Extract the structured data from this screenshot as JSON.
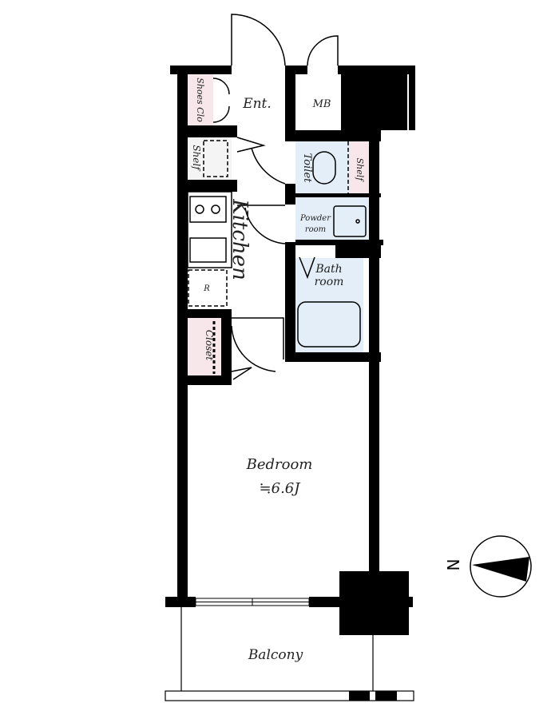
{
  "rooms": {
    "entrance": "Ent.",
    "meter_box": "MB",
    "shoes_closet": "Shoes Clo",
    "kitchen_shelf": "Shelf",
    "toilet": "Toilet",
    "toilet_shelf": "Shelf",
    "kitchen": "Kitchen",
    "powder_room_line1": "Powder",
    "powder_room_line2": "room",
    "bath_room_line1": "Bath",
    "bath_room_line2": "room",
    "refrigerator": "R",
    "closet": "Closet",
    "bedroom": "Bedroom",
    "bedroom_size": "≒6.6J",
    "balcony": "Balcony"
  },
  "compass": {
    "label": "N"
  },
  "colors": {
    "wall": "#000000",
    "wet_area": "#e3eef8",
    "storage": "#f7e6ea"
  }
}
